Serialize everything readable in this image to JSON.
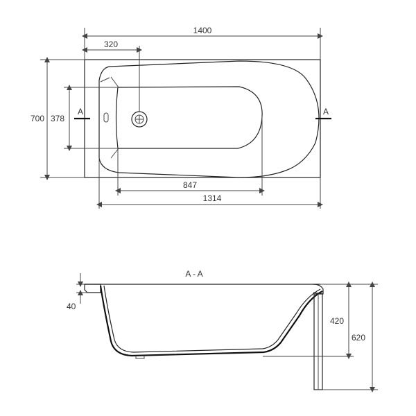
{
  "top_view": {
    "dimensions": {
      "overall_length": "1400",
      "drain_offset": "320",
      "overall_width": "700",
      "inner_width": "378",
      "inner_bottom_length": "847",
      "inner_length": "1314"
    },
    "section_marker_left": "A",
    "section_marker_right": "A"
  },
  "section_view": {
    "title": "A - A",
    "dimensions": {
      "rim_thickness": "40",
      "depth": "420",
      "total_height": "620"
    }
  },
  "colors": {
    "line": "#222222",
    "text": "#333333",
    "background": "#ffffff"
  }
}
